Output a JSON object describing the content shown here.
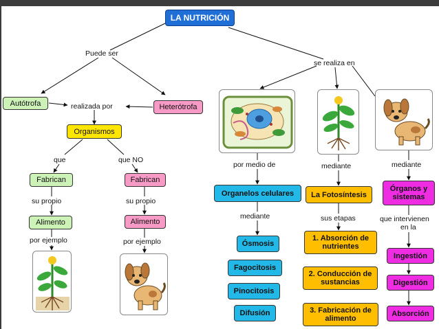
{
  "title": "LA NUTRICIÓN",
  "nodes": {
    "autotrofa": "Autótrofa",
    "heterotrofa": "Heterótrofa",
    "organismos": "Organismos",
    "fabrican_1": "Fabrican",
    "fabrican_2": "Fabrican",
    "alimento_1": "Alimento",
    "alimento_2": "Alimento",
    "organelos": "Organelos celulares",
    "fotosintesis": "La Fotosíntesis",
    "organos": "Órganos y sistemas",
    "osmosis": "Ósmosis",
    "fagocitosis": "Fagocitosis",
    "pinocitosis": "Pinocitosis",
    "difusion": "Difusión",
    "absorcion_nutrientes": "1. Absorción de nutrientes",
    "conduccion": "2. Conducción de sustancias",
    "fabricacion": "3. Fabricación de alimento",
    "ingestion": "Ingestión",
    "digestion": "Digestión",
    "absorcion": "Absorción"
  },
  "labels": {
    "puede_ser": "Puede ser",
    "se_realiza_en": "se realiza en",
    "realizada_por": "realizada por",
    "que": "que",
    "que_no": "que NO",
    "su_propio_1": "su propio",
    "su_propio_2": "su propio",
    "por_ejemplo_1": "por ejemplo",
    "por_ejemplo_2": "por ejemplo",
    "por_medio_de": "por medio de",
    "mediante_1": "mediante",
    "mediante_2": "mediante",
    "mediante_3": "mediante",
    "sus_etapas": "sus etapas",
    "que_intervienen": "que intervienen",
    "en_la": "en la"
  },
  "images": {
    "cell": "plant-cell-image",
    "plant": "plant-image",
    "dog": "dog-image"
  },
  "colors": {
    "title": "#1f6fd6",
    "green": "#ccf2b8",
    "pink": "#f79ac6",
    "yellow": "#ffe600",
    "cyan": "#22b9e8",
    "orange": "#ffbf00",
    "magenta": "#ee2de3"
  }
}
